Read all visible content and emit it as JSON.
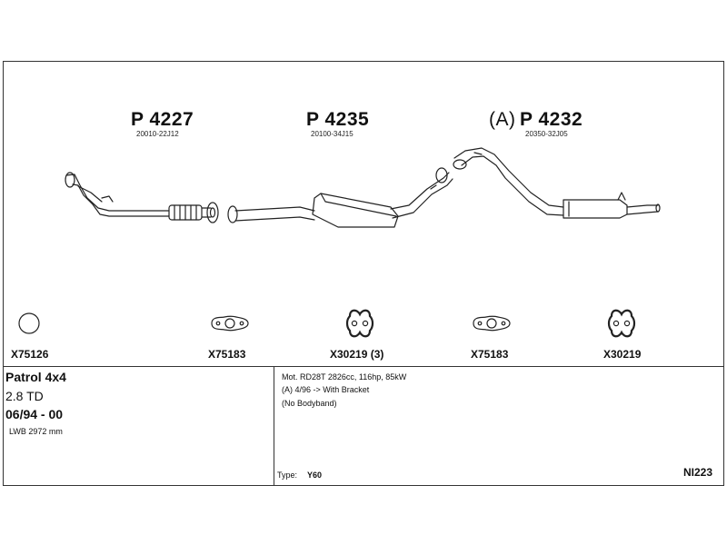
{
  "parts": [
    {
      "prefix": "",
      "number": "P 4227",
      "code": "20010-22J12"
    },
    {
      "prefix": "",
      "number": "P 4235",
      "code": "20100-34J15"
    },
    {
      "prefix": "(A)",
      "number": "P 4232",
      "code": "20350-32J05"
    }
  ],
  "accessories": [
    "X75126",
    "X75183",
    "X30219 (3)",
    "X75183",
    "X30219"
  ],
  "vehicle": {
    "model": "Patrol 4x4",
    "engine": "2.8 TD",
    "dates": "06/94 - 00",
    "wheelbase": "LWB 2972 mm"
  },
  "notes": {
    "line1": "Mot. RD28T 2826cc, 116hp, 85kW",
    "line2": "(A) 4/96 -> With Bracket",
    "line3": "(No Bodyband)",
    "type_label": "Type:",
    "type_value": "Y60",
    "diagram_id": "NI223"
  },
  "icons": [
    "ring-icon",
    "flange-gasket-icon",
    "rubber-hanger-icon",
    "flange-gasket-icon",
    "rubber-hanger-icon"
  ]
}
